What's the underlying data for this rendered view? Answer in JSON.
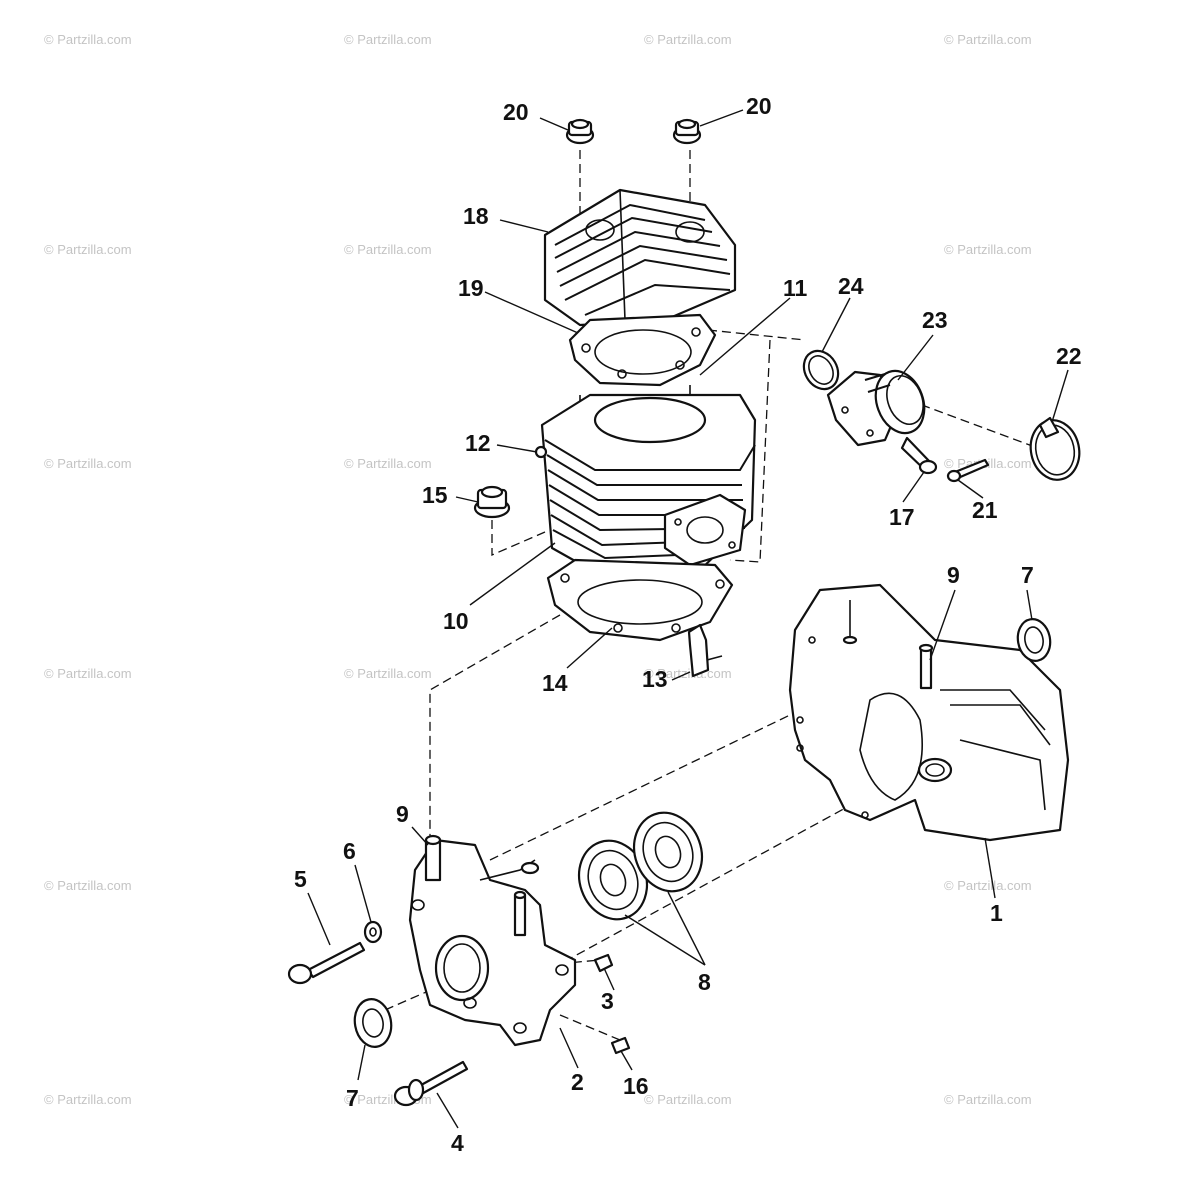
{
  "watermark": "© Partzilla.com",
  "callouts": {
    "c1": "1",
    "c2": "2",
    "c3": "3",
    "c4": "4",
    "c5": "5",
    "c6": "6",
    "c7a": "7",
    "c7b": "7",
    "c8": "8",
    "c9a": "9",
    "c9b": "9",
    "c10": "10",
    "c11": "11",
    "c12": "12",
    "c13": "13",
    "c14": "14",
    "c15": "15",
    "c16": "16",
    "c17": "17",
    "c18": "18",
    "c19": "19",
    "c20a": "20",
    "c20b": "20",
    "c21": "21",
    "c22": "22",
    "c23": "23",
    "c24": "24"
  },
  "parts": {
    "p1": "crankcase right half",
    "p2": "crankcase left half",
    "p3": "dowel pin",
    "p4": "flange bolt",
    "p5": "bolt",
    "p6": "washer",
    "p7": "oil seal",
    "p8": "crankshaft bearing",
    "p9": "stud",
    "p10": "cylinder",
    "p11": "stud",
    "p12": "cylinder stud",
    "p13": "stud",
    "p14": "cylinder base gasket",
    "p15": "flange nut",
    "p16": "dowel pin",
    "p17": "screw",
    "p18": "cylinder head",
    "p19": "head gasket",
    "p20": "flange nut",
    "p21": "screw",
    "p22": "hose clamp",
    "p23": "intake flange",
    "p24": "o-ring"
  },
  "colors": {
    "ink": "#111111",
    "watermark": "#c4c4c4",
    "background": "#ffffff"
  }
}
